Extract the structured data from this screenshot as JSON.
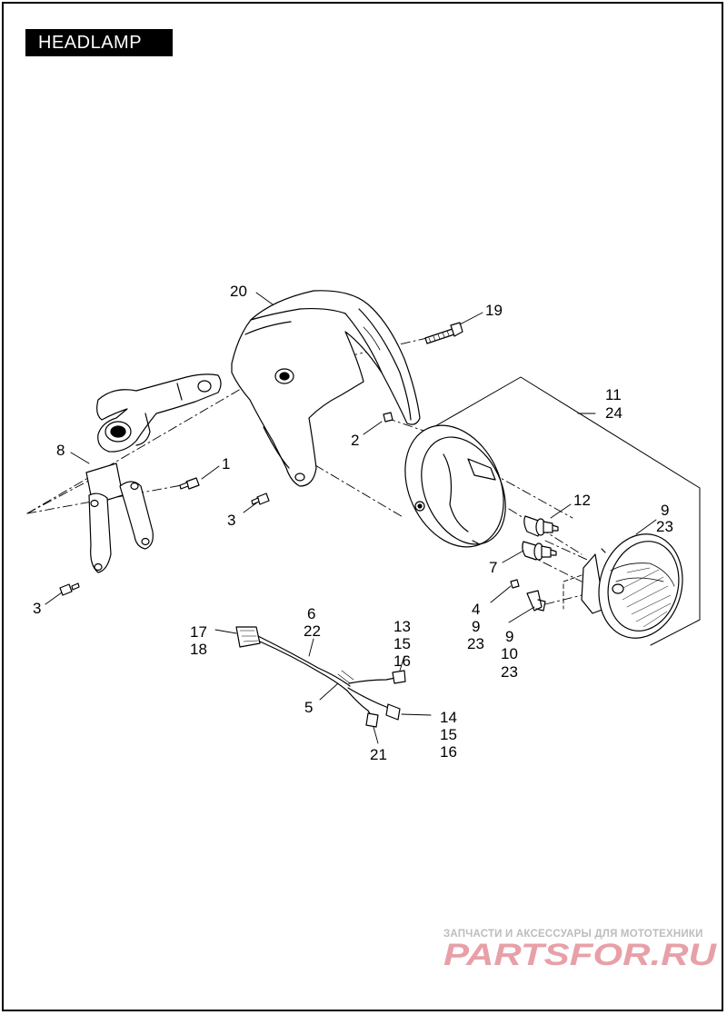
{
  "header": {
    "title": "HEADLAMP"
  },
  "callouts": {
    "c1": "1",
    "c2": "2",
    "c3a": "3",
    "c3b": "3",
    "c4": "4",
    "c5": "5",
    "c6": "6",
    "c7": "7",
    "c8": "8",
    "c9a": "9",
    "c9b": "9",
    "c9c": "9",
    "c10": "10",
    "c11": "11",
    "c12": "12",
    "c13": "13",
    "c14": "14",
    "c15a": "15",
    "c15b": "15",
    "c16a": "16",
    "c16b": "16",
    "c17": "17",
    "c18": "18",
    "c19": "19",
    "c20": "20",
    "c21": "21",
    "c22": "22",
    "c23a": "23",
    "c23b": "23",
    "c23c": "23",
    "c24": "24"
  },
  "watermark": {
    "subtitle": "ЗАПЧАСТИ И АКСЕССУАРЫ ДЛЯ МОТОТЕХНИКИ",
    "logo_text": "PARTSFOR.RU",
    "logo_color": "#e8a0a8"
  }
}
